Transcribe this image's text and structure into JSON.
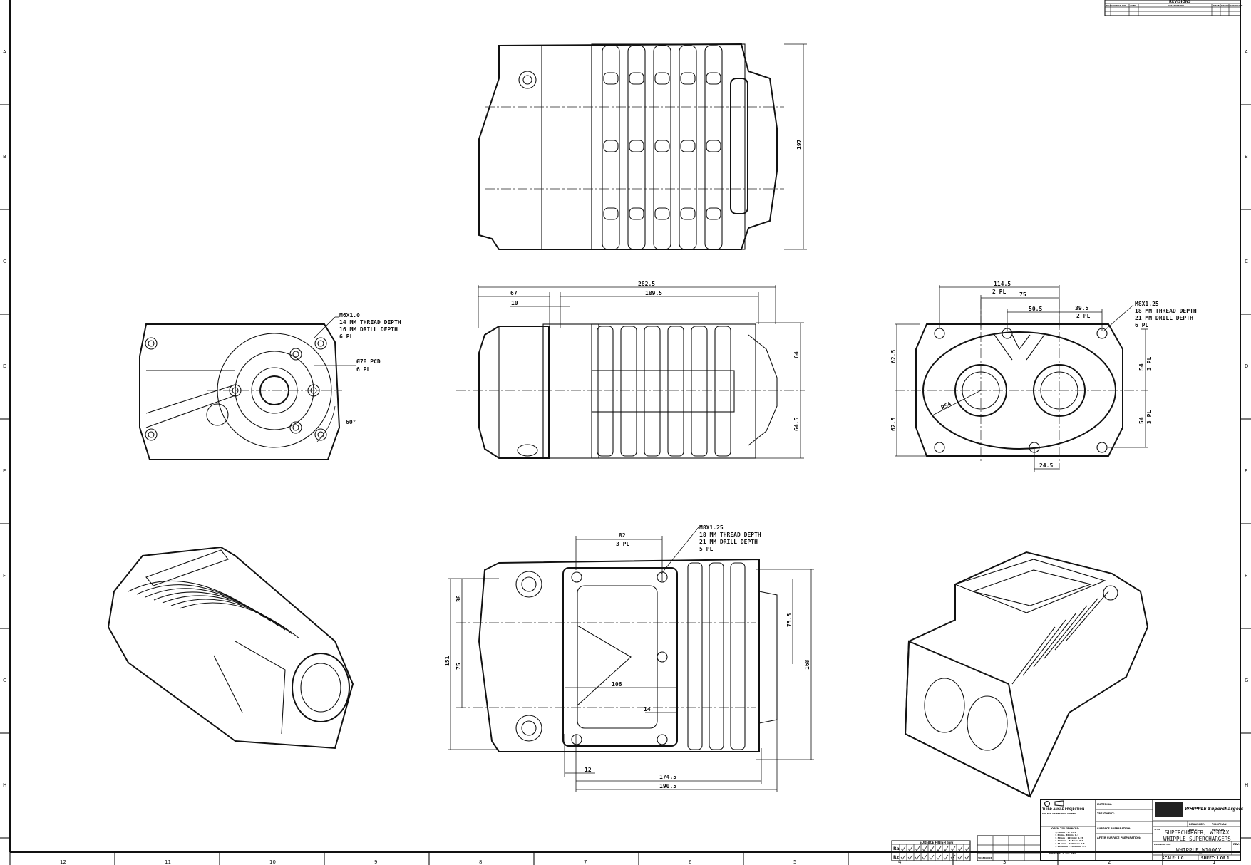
{
  "zones": {
    "rows": [
      "A",
      "B",
      "C",
      "D",
      "E",
      "F",
      "G",
      "H"
    ],
    "cols": [
      "12",
      "11",
      "10",
      "9",
      "8",
      "7",
      "6",
      "5",
      "4",
      "3",
      "2",
      "1"
    ]
  },
  "revisions": {
    "title": "REVISIONS",
    "headers": [
      "REV",
      "CHANGE NO.",
      "ZONE",
      "DESCRIPTION",
      "DATE",
      "DRAWN",
      "APPROVED"
    ]
  },
  "top_view": {
    "overall_height": "197"
  },
  "left_view": {
    "callout": [
      "M6X1.0",
      "14 MM THREAD DEPTH",
      "16 MM DRILL DEPTH",
      "6 PL"
    ],
    "pcd": [
      "Ø78 PCD",
      "6 PL"
    ],
    "angle": "60°"
  },
  "front_view": {
    "dims": {
      "overall": "282.5",
      "left": "67",
      "main": "189.5",
      "gap": "10",
      "upper": "64",
      "lower": "64.5"
    }
  },
  "right_view": {
    "dims": {
      "w1": "114.5",
      "w1_note": "2 PL",
      "w2": "75",
      "w3": "50.5",
      "w4": "39.5",
      "w4_note": "2 PL",
      "h_top": "62.5",
      "h_bot": "62.5",
      "v1": "54",
      "v1_note": "3 PL",
      "v2": "54",
      "v2_note": "3 PL",
      "radius": "R54",
      "bottom": "24.5"
    },
    "callout": [
      "M8X1.25",
      "18 MM THREAD DEPTH",
      "21 MM DRILL DEPTH",
      "6 PL"
    ]
  },
  "bottom_view": {
    "callout": [
      "M8X1.25",
      "18 MM THREAD DEPTH",
      "21 MM DRILL DEPTH",
      "5 PL"
    ],
    "dims": {
      "top": "82",
      "top_note": "3 PL",
      "l1": "38",
      "l2": "75",
      "l3": "151",
      "r1": "75.5",
      "r2": "168",
      "inner": "106",
      "small": "14",
      "offset": "12",
      "b1": "174.5",
      "b2": "190.5"
    }
  },
  "surface_finish": {
    "title": "SURFACE FINISH (µm)",
    "rows": [
      "Ra",
      "Rz"
    ],
    "tolerance_label": "TOLERANCE"
  },
  "title_block": {
    "projection": "THIRD ANGLE PROJECTION",
    "notes_title": "UNLESS OTHERWISE NOTED:",
    "open_tolerances": "OPEN TOLERANCES:",
    "tolerances": [
      "+/- 0mm - 6: 0.05",
      "> 6mm - 30mm: 0.1",
      "> 30mm - 120mm: 0.15",
      "> 120mm - 315mm: 0.2",
      "> 315mm - 1000mm: 0.3",
      "> 1000mm - 2000mm: 0.5"
    ],
    "angles": "ANGLES: ± 0.5 DEG",
    "material": "MATERIAL:",
    "treatment": "TREATMENT:",
    "surface_prep": "SURFACE PREPARATION:",
    "after_surface_prep": "AFTER SURFACE PREPARATION:",
    "brand": "WHIPPLE Superchargers",
    "drawn_by_label": "DRAWN BY:",
    "drawn_by": "T.HOFMAN",
    "date_label": "DATE:",
    "date": "09/02/10",
    "title_label": "TITLE",
    "title_line1": "SUPERCHARGER, W100AX",
    "title_line2": "WHIPPLE SUPERCHARGERS",
    "drawing_no_label": "DRAWING NO.",
    "drawing_no": "WHIPPLE_W100AX",
    "rev_label": "REV.",
    "scale": "SCALE: 1.0",
    "sheet": "SHEET: 1 OF 1"
  }
}
